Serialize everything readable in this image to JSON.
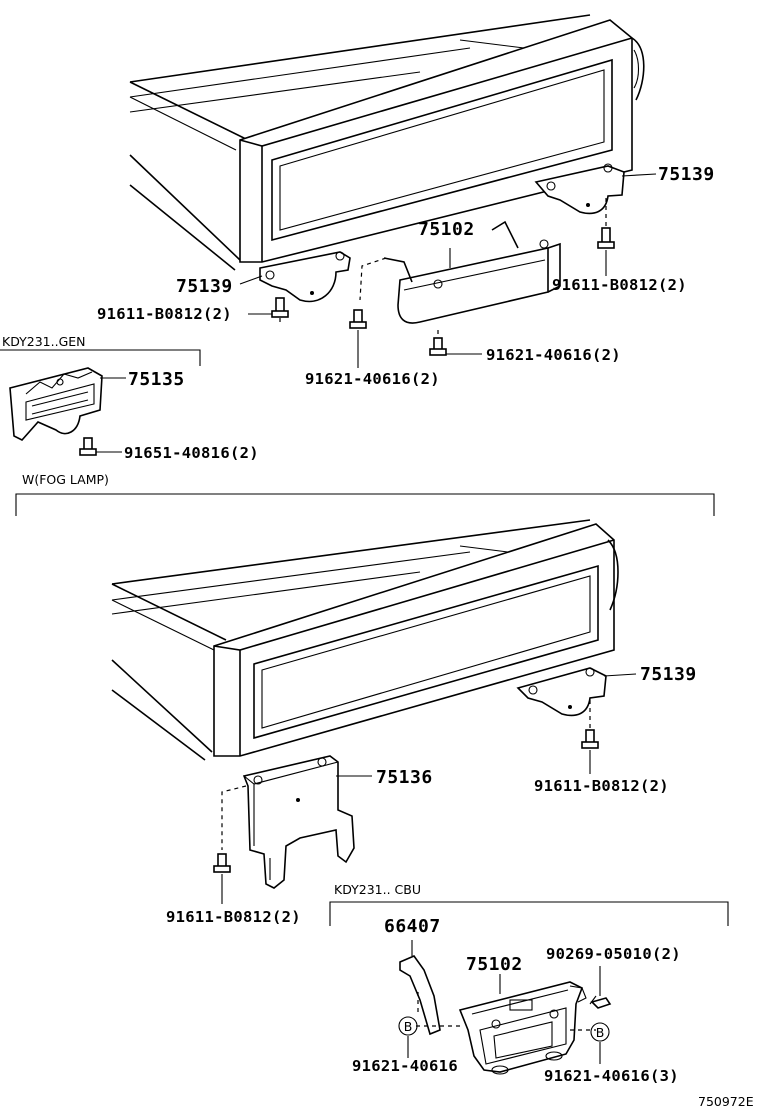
{
  "labels": {
    "p75139_top_right": "75139",
    "p75102_top": "75102",
    "p75139_top_left": "75139",
    "p91611_top_right": "91611-B0812(2)",
    "p91611_top_left": "91611-B0812(2)",
    "p91621_top_center": "91621-40616(2)",
    "p91621_top_left": "91621-40616(2)",
    "p75135": "75135",
    "p91651": "91651-40816(2)",
    "p75139_mid": "75139",
    "p75136": "75136",
    "p91611_mid_right": "91611-B0812(2)",
    "p91611_mid_left": "91611-B0812(2)",
    "p66407": "66407",
    "p75102_bottom": "75102",
    "p90269": "90269-05010(2)",
    "p91621_bottom_left": "91621-40616",
    "p91621_bottom_right": "91621-40616(3)"
  },
  "notes": {
    "gen": "KDY231..GEN",
    "fog": "W(FOG LAMP)",
    "cbu": "KDY231.. CBU"
  },
  "markers": {
    "b_left": "B",
    "b_right": "B"
  },
  "figure_code": "750972E"
}
